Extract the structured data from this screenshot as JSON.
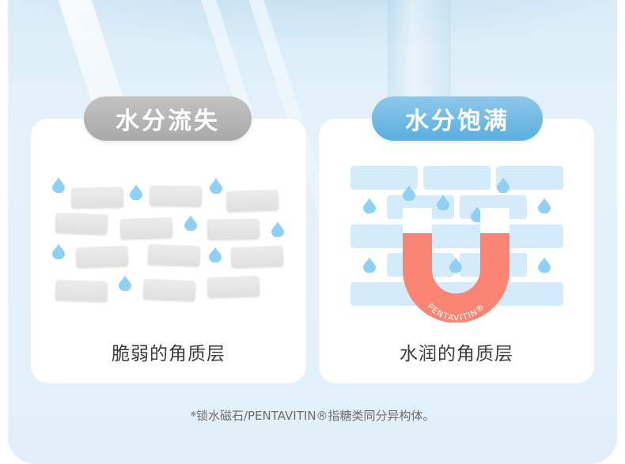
{
  "left_panel": {
    "title": "水分流失",
    "caption": "脆弱的角质层",
    "title_color": "#b3b3b3",
    "brick_color": "#e6e6e6",
    "drop_color": "#8fd0f5"
  },
  "right_panel": {
    "title": "水分饱满",
    "caption": "水润的角质层",
    "title_color": "#6fbbe6",
    "brick_color": "#d3ebfa",
    "drop_color": "#8fd0f5",
    "magnet": {
      "label": "PENTAVITIN®",
      "color": "#f98473",
      "tip_color": "#ffffff"
    }
  },
  "footnote": "*锁水磁石/PENTAVITIN®指糖类同分异构体。",
  "icons": {
    "water_drop": "water-drop-icon",
    "magnet": "magnet-icon"
  }
}
